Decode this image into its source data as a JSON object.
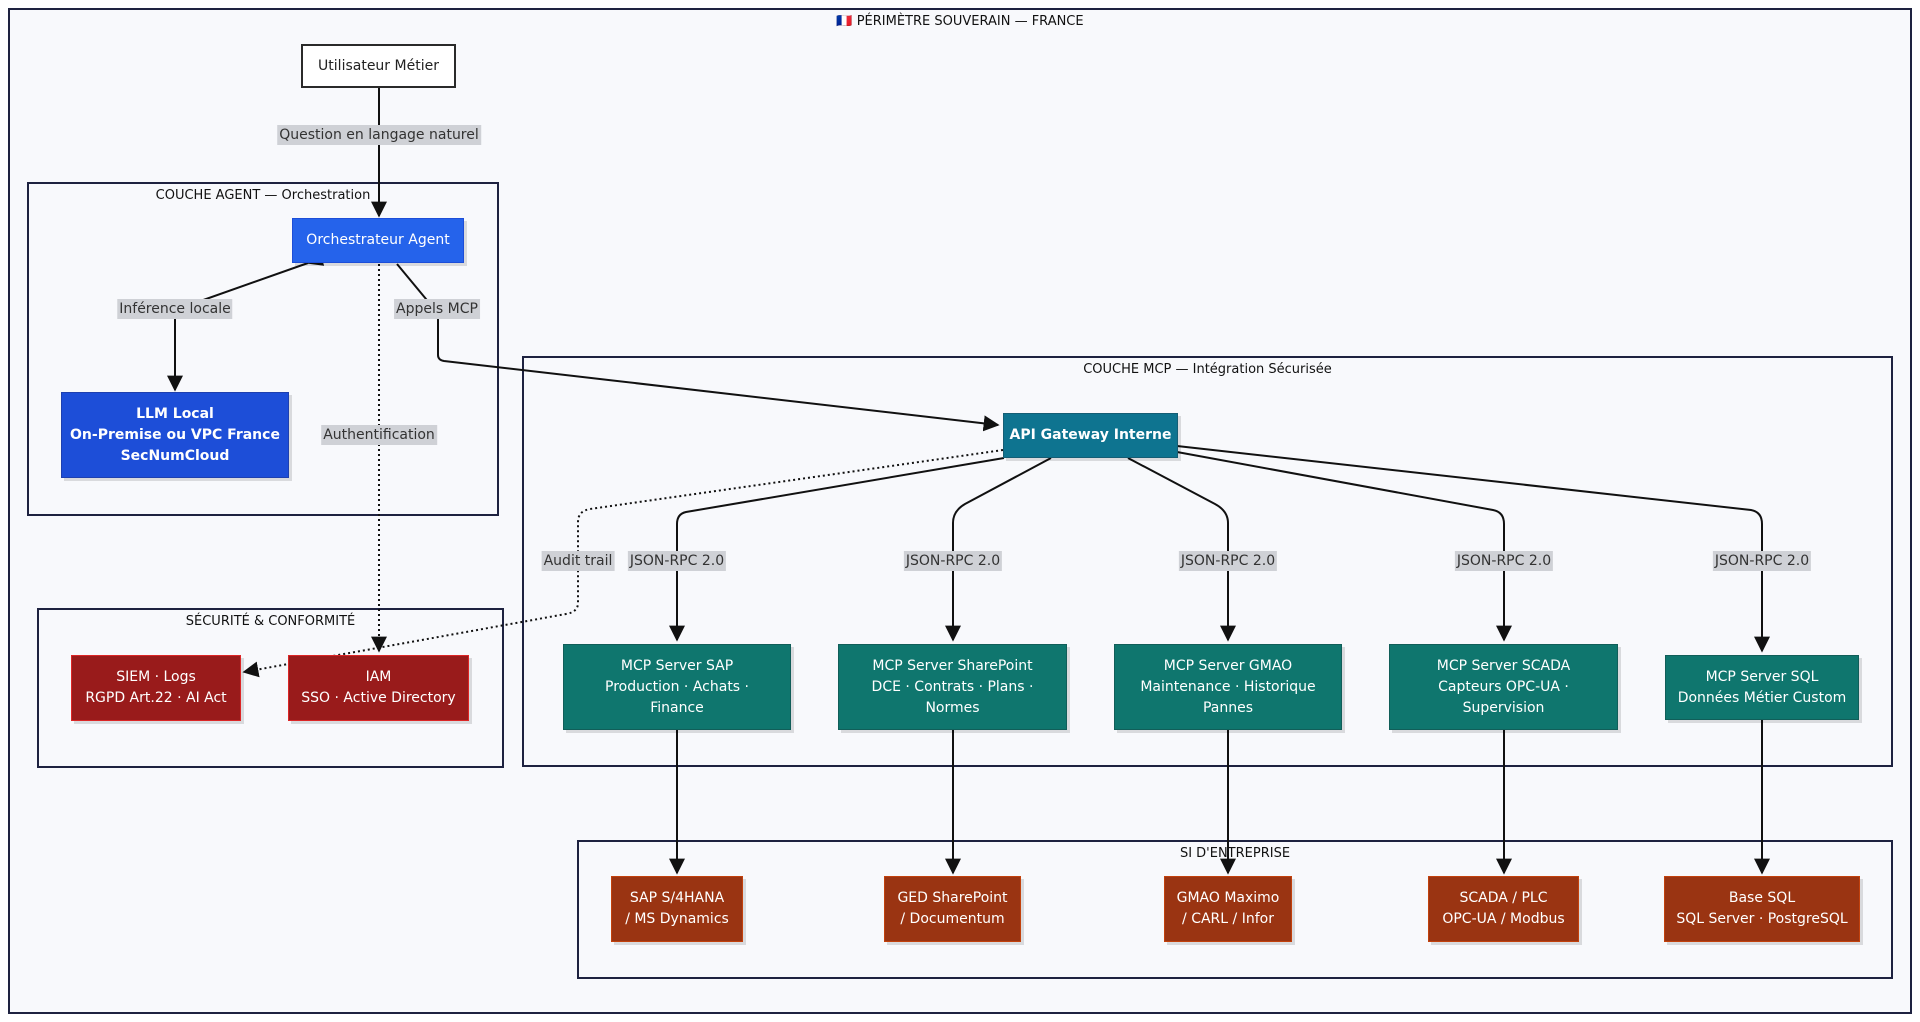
{
  "groups": {
    "perimeter": "🇫🇷 PÉRIMÈTRE SOUVERAIN — FRANCE",
    "agent": "COUCHE AGENT — Orchestration",
    "mcp": "COUCHE MCP — Intégration Sécurisée",
    "security": "SÉCURITÉ & CONFORMITÉ",
    "si": "SI D'ENTREPRISE"
  },
  "nodes": {
    "user": [
      "Utilisateur Métier"
    ],
    "orchestrator": [
      "Orchestrateur Agent"
    ],
    "llm": [
      "LLM Local",
      "On-Premise ou VPC France",
      "SecNumCloud"
    ],
    "gateway": [
      "API Gateway Interne"
    ],
    "mcp_sap": [
      "MCP Server SAP",
      "Production · Achats ·",
      "Finance"
    ],
    "mcp_sharepoint": [
      "MCP Server SharePoint",
      "DCE · Contrats · Plans ·",
      "Normes"
    ],
    "mcp_gmao": [
      "MCP Server GMAO",
      "Maintenance · Historique",
      "Pannes"
    ],
    "mcp_scada": [
      "MCP Server SCADA",
      "Capteurs OPC-UA ·",
      "Supervision"
    ],
    "mcp_sql": [
      "MCP Server SQL",
      "Données Métier Custom"
    ],
    "siem": [
      "SIEM · Logs",
      "RGPD Art.22 · AI Act"
    ],
    "iam": [
      "IAM",
      "SSO · Active Directory"
    ],
    "si_sap": [
      "SAP S/4HANA",
      "/ MS Dynamics"
    ],
    "si_ged": [
      "GED SharePoint",
      "/ Documentum"
    ],
    "si_gmao": [
      "GMAO Maximo",
      "/ CARL / Infor"
    ],
    "si_scada": [
      "SCADA / PLC",
      "OPC-UA / Modbus"
    ],
    "si_sql": [
      "Base SQL",
      "SQL Server · PostgreSQL"
    ]
  },
  "edge_labels": {
    "question": "Question en langage naturel",
    "inference": "Inférence locale",
    "appels": "Appels MCP",
    "auth": "Authentification",
    "audit": "Audit trail",
    "rpc_sap": "JSON-RPC 2.0",
    "rpc_sharepoint": "JSON-RPC 2.0",
    "rpc_gmao": "JSON-RPC 2.0",
    "rpc_scada": "JSON-RPC 2.0",
    "rpc_sql": "JSON-RPC 2.0"
  }
}
